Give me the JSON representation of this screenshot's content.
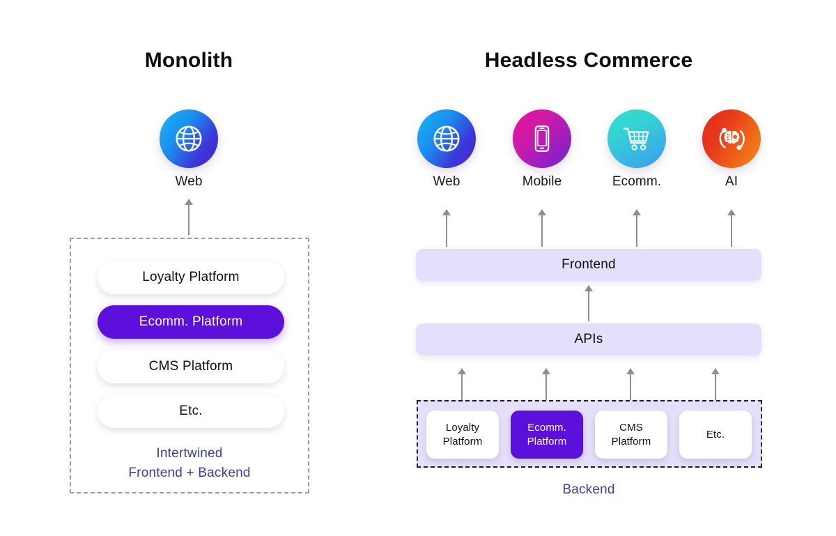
{
  "panels": {
    "monolith": {
      "title": "Monolith",
      "channel": {
        "label": "Web",
        "icon": "globe-icon",
        "gradient_from": "#17b7f2",
        "gradient_to": "#4b23c6"
      },
      "stack": [
        {
          "label": "Loyalty Platform",
          "highlighted": false
        },
        {
          "label": "Ecomm. Platform",
          "highlighted": true
        },
        {
          "label": "CMS Platform",
          "highlighted": false
        },
        {
          "label": "Etc.",
          "highlighted": false
        }
      ],
      "caption_line1": "Intertwined",
      "caption_line2": "Frontend + Backend"
    },
    "headless": {
      "title": "Headless Commerce",
      "channels": [
        {
          "label": "Web",
          "icon": "globe-icon",
          "gradient_from": "#17b7f2",
          "gradient_to": "#4b23c6"
        },
        {
          "label": "Mobile",
          "icon": "phone-icon",
          "gradient_from": "#e4149b",
          "gradient_to": "#6d25c4"
        },
        {
          "label": "Ecomm.",
          "icon": "cart-icon",
          "gradient_from": "#2fe0c8",
          "gradient_to": "#3f97ee"
        },
        {
          "label": "AI",
          "icon": "ai-brain-icon",
          "gradient_from": "#e8261e",
          "gradient_to": "#f58a1f"
        }
      ],
      "layers": [
        {
          "label": "Frontend"
        },
        {
          "label": "APIs"
        }
      ],
      "backend_platforms": [
        {
          "line1": "Loyalty",
          "line2": "Platform",
          "highlighted": false
        },
        {
          "line1": "Ecomm.",
          "line2": "Platform",
          "highlighted": true
        },
        {
          "line1": "CMS",
          "line2": "Platform",
          "highlighted": false
        },
        {
          "line1": "Etc.",
          "line2": "",
          "highlighted": false
        }
      ],
      "backend_caption": "Backend"
    }
  },
  "colors": {
    "highlight_purple": "#5d10dc",
    "lavender_bar": "#e5dffb",
    "backend_fill": "#e6dffb",
    "caption_blue": "#3b3f9e",
    "arrow_gray": "#8d8d96",
    "dashed_gray": "#9a9aa4",
    "dashed_dark": "#1c1c22"
  }
}
